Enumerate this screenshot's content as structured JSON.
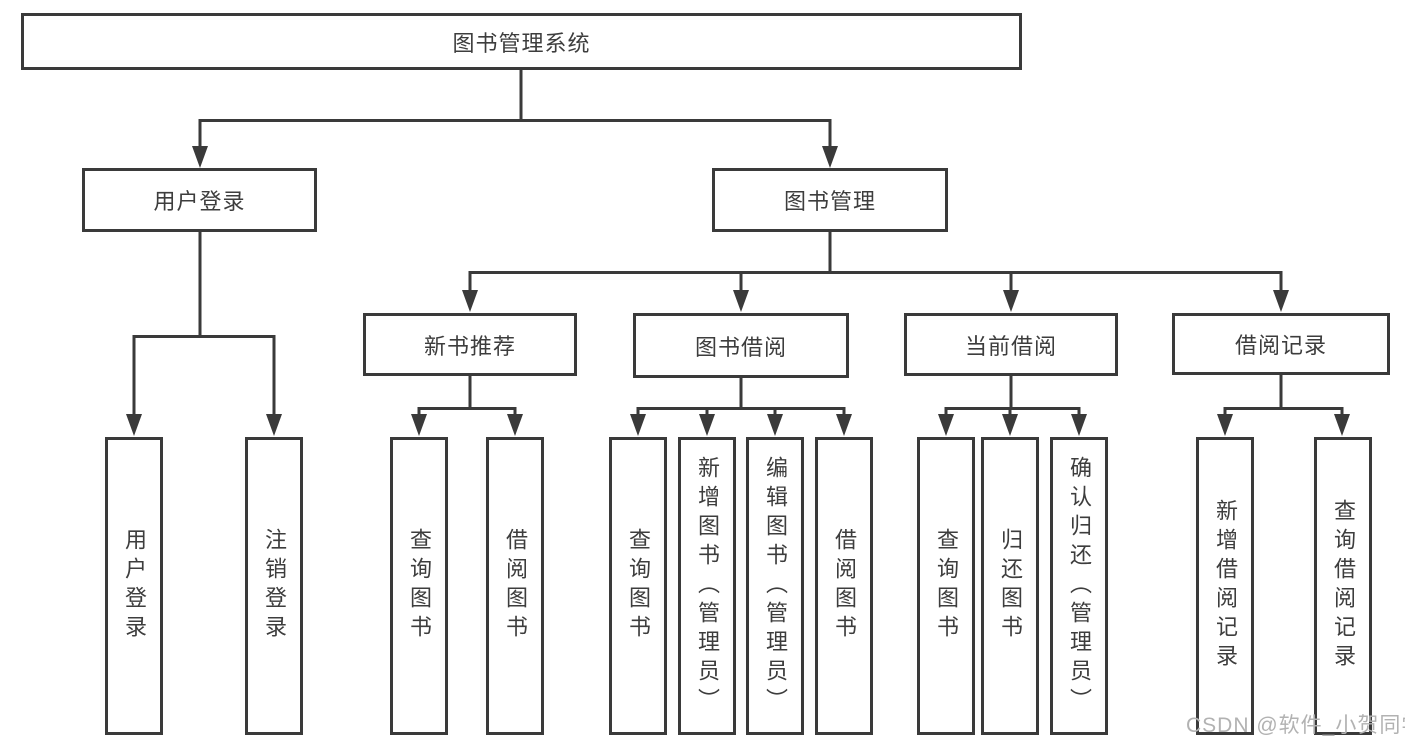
{
  "tree": {
    "label": "图书管理系统",
    "children": [
      {
        "label": "用户登录",
        "children": [
          {
            "label": "用户登录"
          },
          {
            "label": "注销登录"
          }
        ]
      },
      {
        "label": "图书管理",
        "children": [
          {
            "label": "新书推荐",
            "children": [
              {
                "label": "查询图书"
              },
              {
                "label": "借阅图书"
              }
            ]
          },
          {
            "label": "图书借阅",
            "children": [
              {
                "label": "查询图书"
              },
              {
                "label": "新增图书（管理员）"
              },
              {
                "label": "编辑图书（管理员）"
              },
              {
                "label": "借阅图书"
              }
            ]
          },
          {
            "label": "当前借阅",
            "children": [
              {
                "label": "查询图书"
              },
              {
                "label": "归还图书"
              },
              {
                "label": "确认归还（管理员）"
              }
            ]
          },
          {
            "label": "借阅记录",
            "children": [
              {
                "label": "新增借阅记录"
              },
              {
                "label": "查询借阅记录"
              }
            ]
          }
        ]
      }
    ]
  },
  "watermark": {
    "text": "CSDN @软件_小贺同学"
  },
  "colors": {
    "line": "#3a3a3a",
    "text": "#3d3d3d",
    "background": "#ffffff",
    "watermark": "#b2b2b2"
  }
}
